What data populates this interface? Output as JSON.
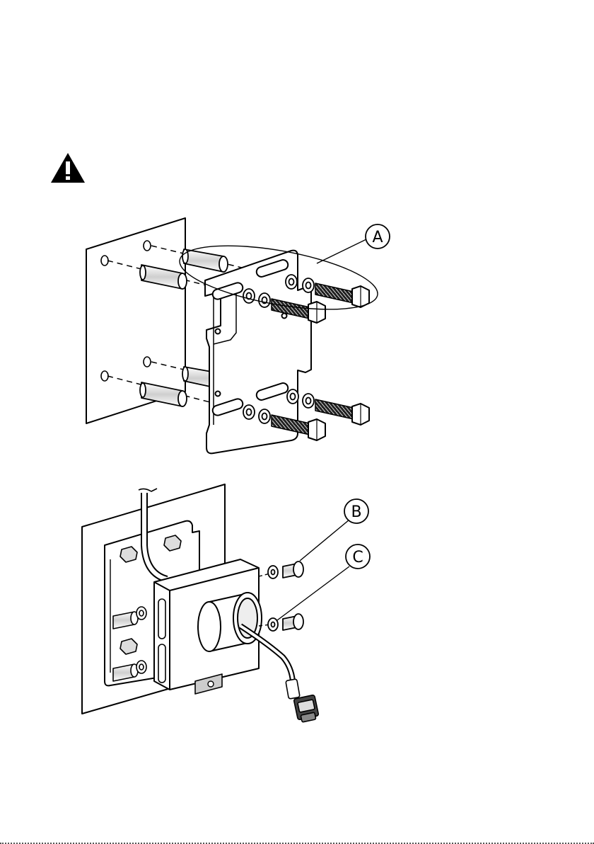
{
  "warning": {
    "icon": "warning-triangle-icon"
  },
  "callouts": {
    "a": "A",
    "b": "B",
    "c": "C"
  },
  "colors": {
    "line": "#000000",
    "fill": "#ffffff",
    "thread": "#111111"
  }
}
